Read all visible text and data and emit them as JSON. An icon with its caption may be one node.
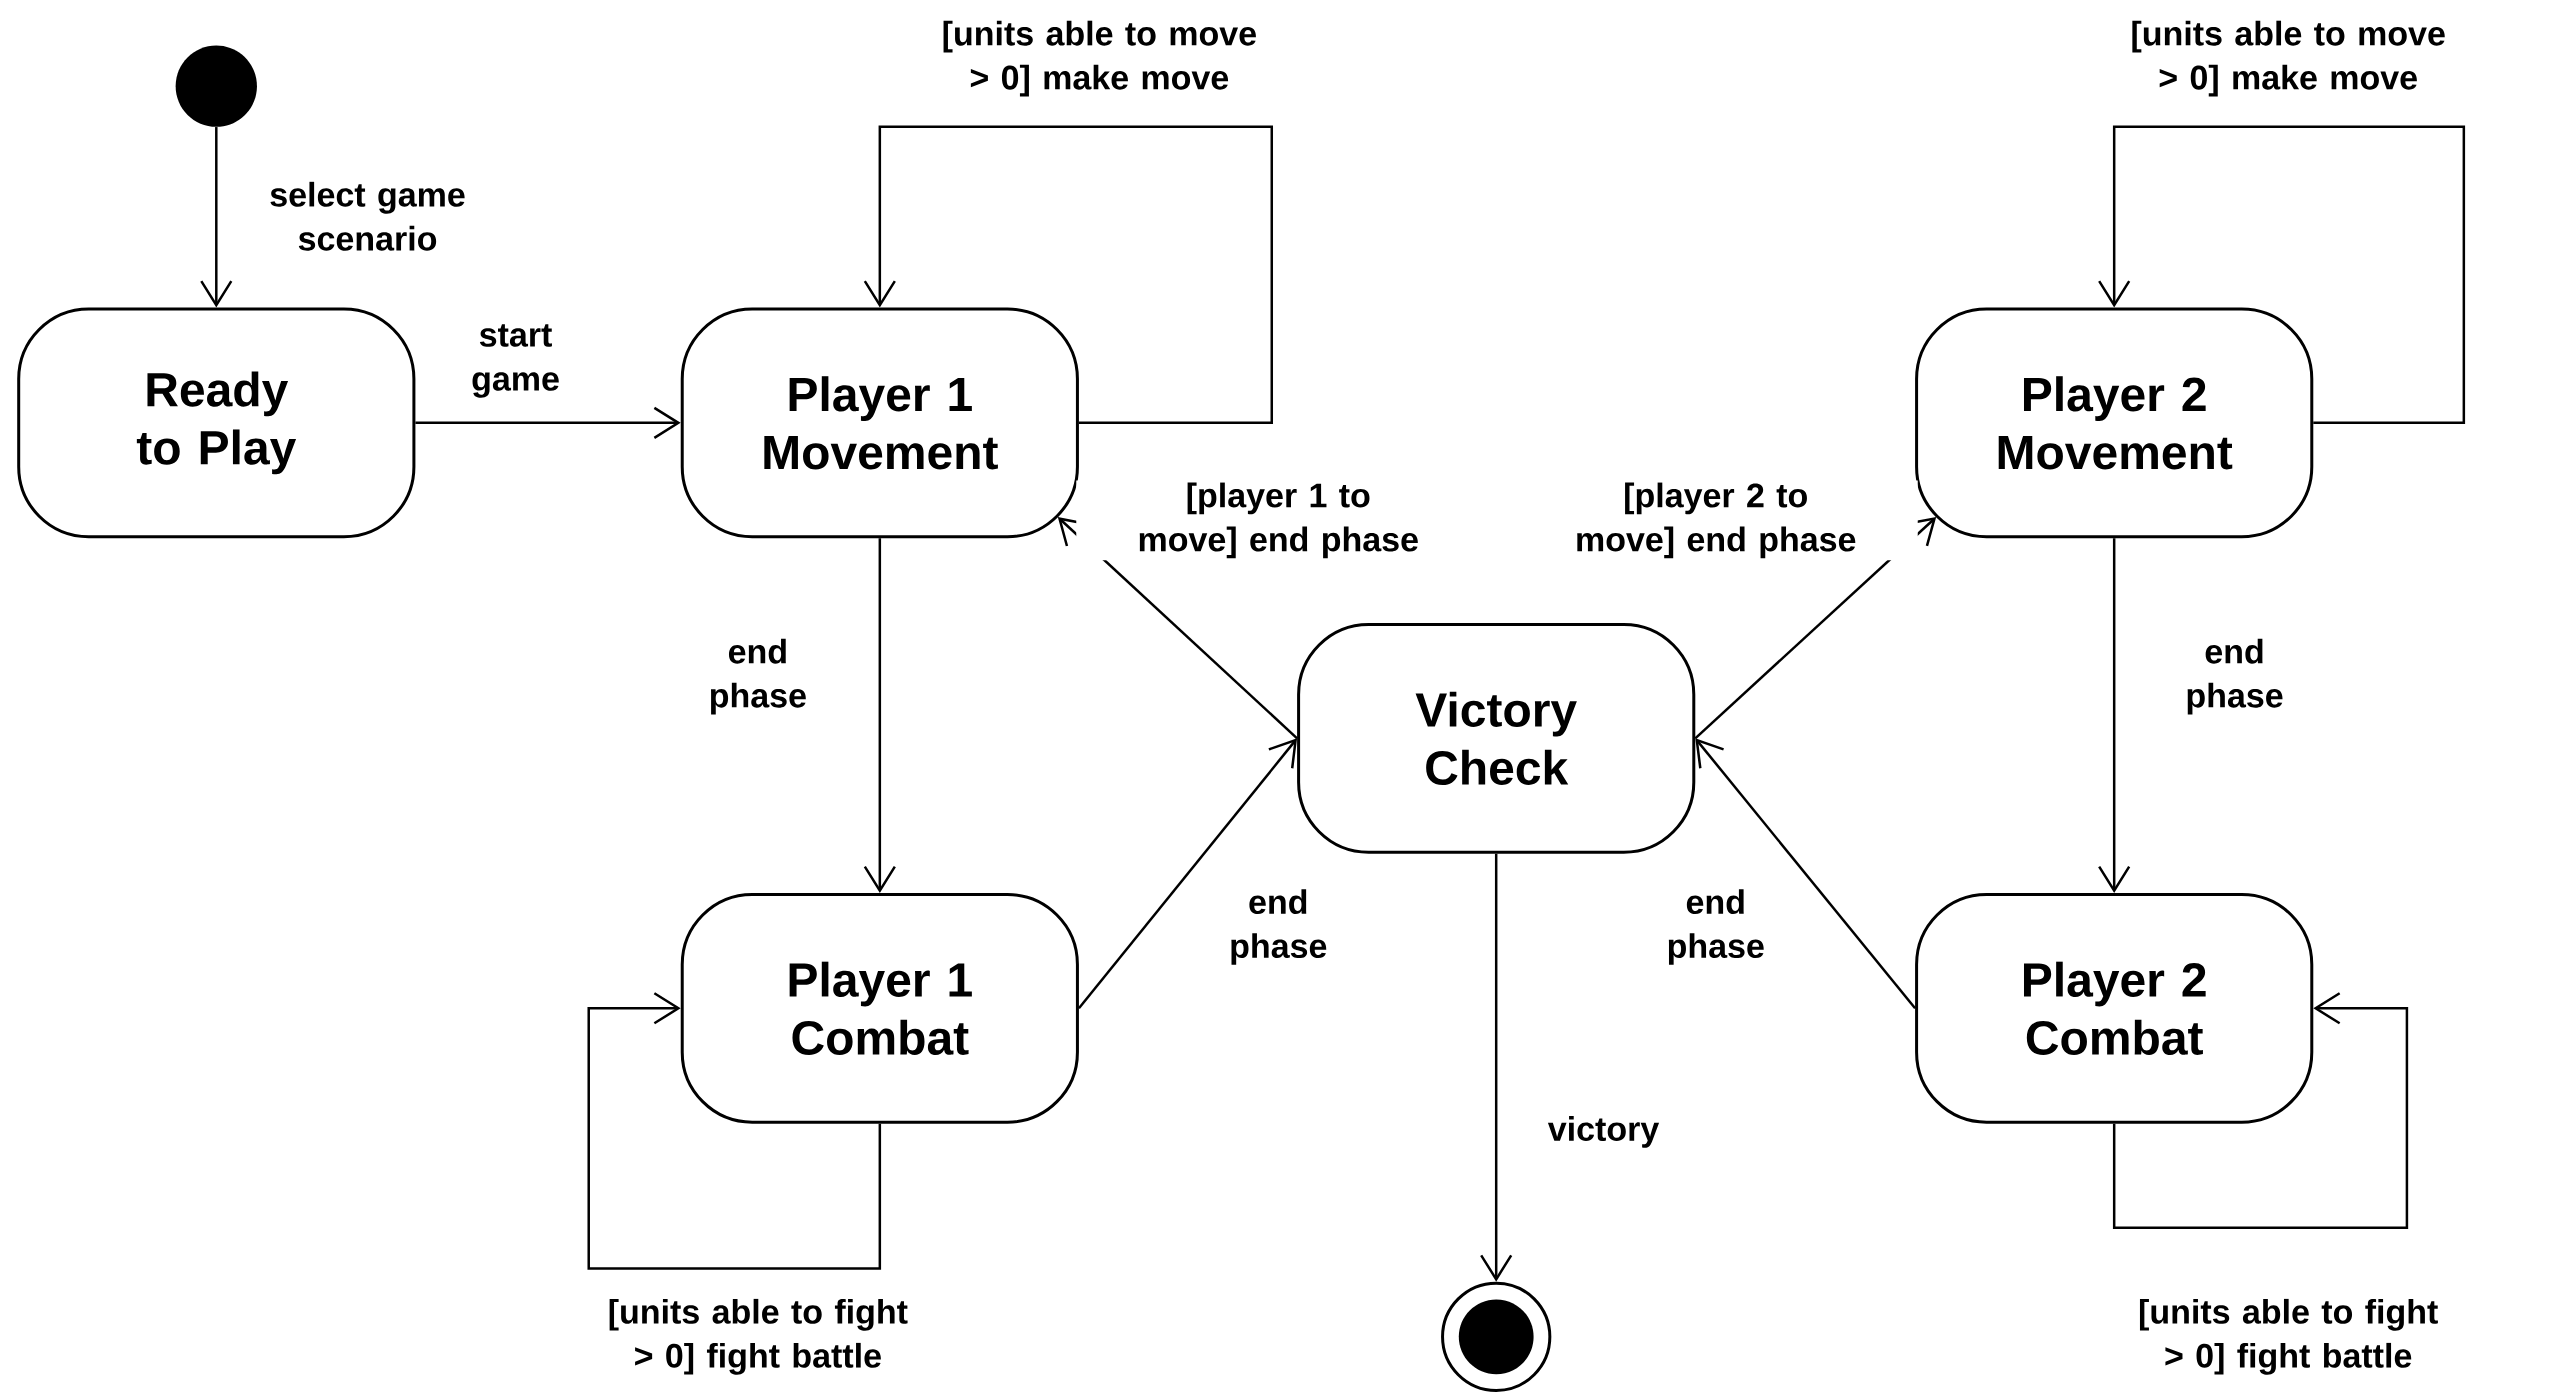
{
  "diagram": {
    "nodes": [
      {
        "text": [],
        "shape": "circle"
      },
      {
        "text": [
          "Ready to Play"
        ]
      },
      {
        "text": [
          "Player 1 Movement"
        ]
      },
      {
        "text": [
          "Player 2 Movement"
        ]
      },
      {
        "text": [
          "Victory Check"
        ]
      },
      {
        "text": [
          "Player 1 Combat"
        ]
      },
      {
        "text": [
          "Player 2 Combat"
        ]
      },
      {
        "text": [],
        "shape": "bullseye"
      }
    ],
    "edges": [
      {
        "from": 0,
        "to": 1,
        "arrow": "to",
        "label": "select game scenario"
      },
      {
        "from": 1,
        "to": 2,
        "arrow": "to",
        "label": "start game"
      },
      {
        "from": 2,
        "to": 2,
        "arrow": "to",
        "label": "[units able to move > 0] make move"
      },
      {
        "from": 3,
        "to": 3,
        "arrow": "to",
        "label": "[units able to move > 0] make move"
      },
      {
        "from": 2,
        "to": 5,
        "arrow": "to",
        "label": "end phase"
      },
      {
        "from": 3,
        "to": 6,
        "arrow": "to",
        "label": "end phase"
      },
      {
        "from": 5,
        "to": 4,
        "arrow": "to",
        "label": "end phase"
      },
      {
        "from": 6,
        "to": 4,
        "arrow": "to",
        "label": "end phase"
      },
      {
        "from": 4,
        "to": 2,
        "arrow": "to",
        "label": "[player 1 to move] end phase"
      },
      {
        "from": 4,
        "to": 3,
        "arrow": "to",
        "label": "[player 2 to move] end phase"
      },
      {
        "from": 5,
        "to": 5,
        "arrow": "to",
        "label": "[units able to fight > 0] fight battle"
      },
      {
        "from": 6,
        "to": 6,
        "arrow": "to",
        "label": "[units able to fight > 0] fight battle"
      },
      {
        "from": 4,
        "to": 7,
        "arrow": "to",
        "label": "victory"
      }
    ]
  }
}
